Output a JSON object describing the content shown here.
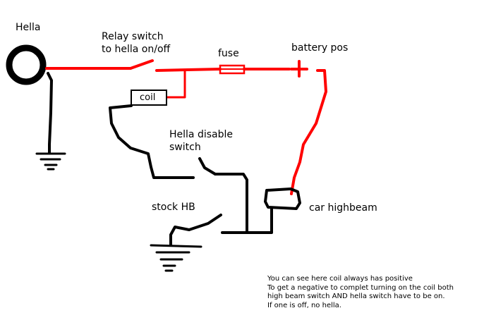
{
  "labels": {
    "hella": "Hella",
    "relay_switch": [
      "Relay switch",
      "to hella on/off"
    ],
    "fuse": "fuse",
    "battery_pos": "battery pos",
    "coil": "coil",
    "hella_disable_switch": [
      "Hella disable",
      "switch"
    ],
    "stock_hb": "stock HB",
    "car_highbeam": "car highbeam"
  },
  "note": [
    "You can see here coil always has positive",
    "To get a negative to complet turning on the coil both",
    "high beam switch  AND hella switch have to be on.",
    "If one is off, no hella."
  ],
  "colors": {
    "positive_wire": "#ff0000",
    "ground_wire": "#000000"
  }
}
